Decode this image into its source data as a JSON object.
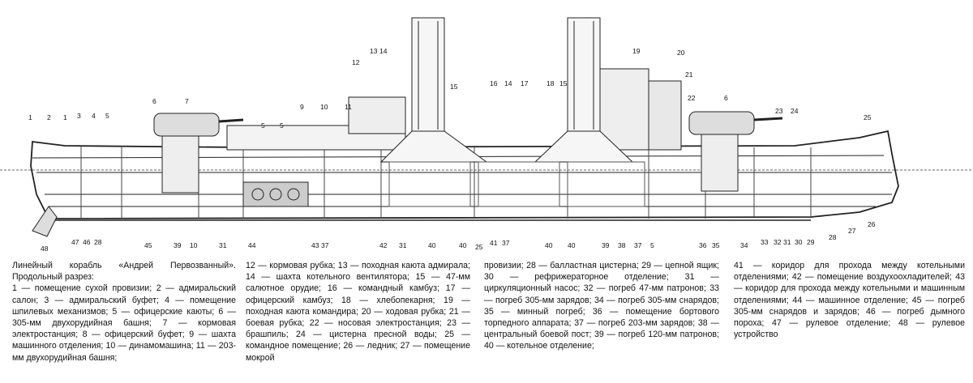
{
  "callouts_top": [
    "1",
    "2",
    "1",
    "3",
    "4",
    "5",
    "6",
    "7",
    "5",
    "5",
    "9",
    "10",
    "11",
    "12",
    "13",
    "14",
    "16",
    "14",
    "17",
    "18",
    "15",
    "15",
    "19",
    "20",
    "21",
    "22",
    "6",
    "23",
    "24",
    "25"
  ],
  "callouts_bottom": [
    "48",
    "47",
    "46",
    "28",
    "45",
    "39",
    "10",
    "31",
    "44",
    "43",
    "37",
    "42",
    "31",
    "40",
    "40",
    "25",
    "41",
    "37",
    "40",
    "40",
    "39",
    "38",
    "37",
    "5",
    "36",
    "35",
    "34",
    "33",
    "32",
    "31",
    "30",
    "29",
    "28",
    "27",
    "26"
  ],
  "caption": {
    "title": "Линейный корабль «Андрей Первозванный». Продольный разрез:",
    "col1": "1 — помещение сухой провизии; 2 — адмиральский салон; 3 — адмиральский буфет; 4 — помещение шпилевых механизмов; 5 — офицерские каюты; 6 — 305-мм двухорудийная башня; 7 — кормовая электростанция; 8 — офицерский буфет; 9 — шахта машинного отделения; 10 — динамомашина; 11 — 203-мм двухорудийная башня;",
    "col2": "12 — кормовая рубка; 13 — походная каюта адмирала; 14 — шахта котельного вентилятора; 15 — 47-мм салютное орудие; 16 — командный камбуз; 17 — офицерский камбуз; 18 — хлебопекарня; 19 — походная каюта командира; 20 — ходовая рубка; 21 — боевая рубка; 22 — носовая электростанция; 23 — брашпиль; 24 — цистерна пресной воды; 25 — командное помещение; 26 — ледник; 27 — помещение мокрой",
    "col3": "провизии; 28 — балластная цистерна; 29 — цепной ящик; 30 — рефрижераторное отделение; 31 — циркуляционный насос; 32 — погреб 47-мм патронов; 33 — погреб 305-мм зарядов; 34 — погреб 305-мм снарядов; 35 — минный погреб; 36 — помещение бортового торпедного аппарата; 37 — погреб 203-мм зарядов; 38 — центральный боевой пост; 39 — погреб 120-мм патронов; 40 — котельное отделение;",
    "col4": "41 — коридор для прохода между котельными отделениями; 42 — помещение воздухоохладителей; 43 — коридор для прохода между котельными и машинным отделениями; 44 — машинное отделение; 45 — погреб 305-мм снарядов и зарядов; 46 — погреб дымного пороха; 47 — рулевое отделение; 48 — рулевое устройство"
  }
}
